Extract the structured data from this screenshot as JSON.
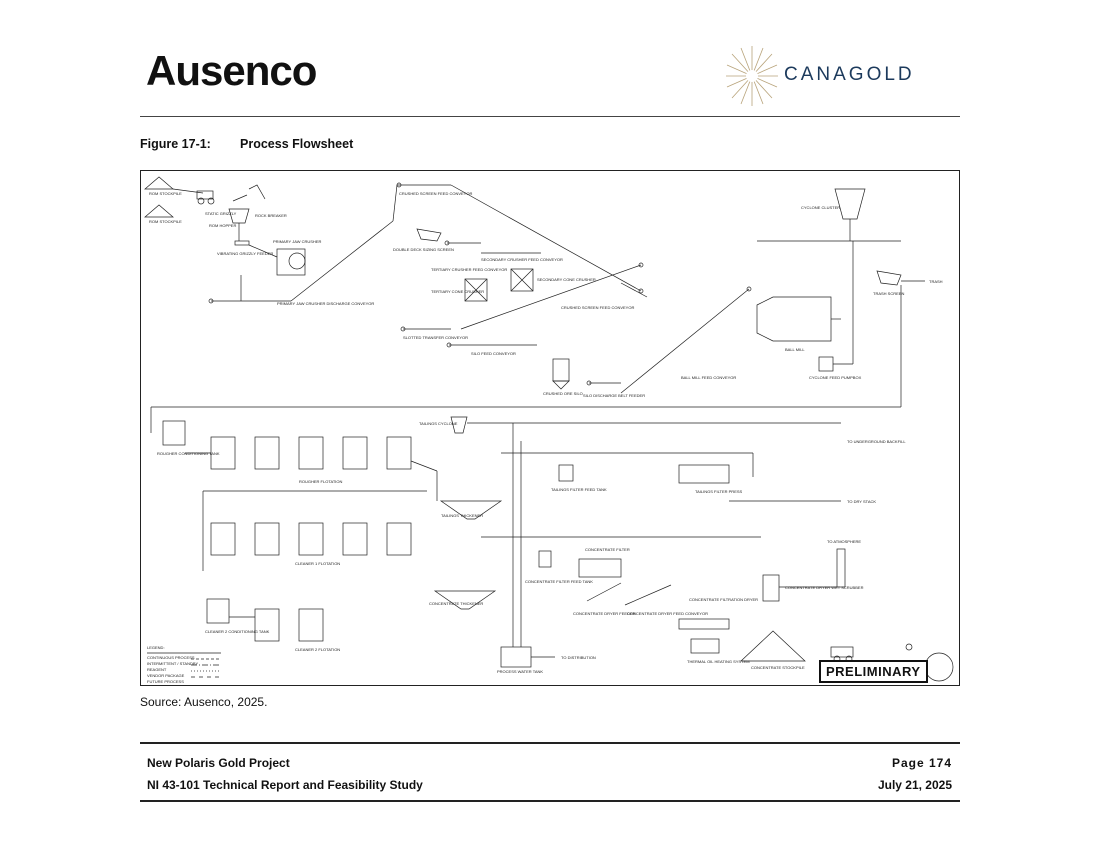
{
  "header": {
    "left_logo_text": "Ausenco",
    "right_logo_text": "CANAGOLD"
  },
  "figure": {
    "label": "Figure 17-1:",
    "title": "Process Flowsheet",
    "source": "Source: Ausenco, 2025.",
    "status_stamp": "PRELIMINARY",
    "labels": {
      "rom_stockpile_1": "ROM STOCKPILE",
      "rom_stockpile_2": "ROM STOCKPILE",
      "static_grizzly": "STATIC GRIZZLY",
      "rom_hopper": "ROM HOPPER",
      "rock_breaker": "ROCK BREAKER",
      "vibrating_grizzly": "VIBRATING GRIZZLY FEEDER",
      "jaw_crusher": "PRIMARY JAW CRUSHER",
      "primary_conveyor": "PRIMARY JAW CRUSHER DISCHARGE CONVEYOR",
      "crushed_screen_feed": "CRUSHED SCREEN FEED CONVEYOR",
      "double_deck_screen": "DOUBLE DECK SIZING SCREEN",
      "tertiary_feed_conveyor": "TERTIARY CRUSHER FEED CONVEYOR",
      "secondary_feed_conveyor": "SECONDARY CRUSHER FEED CONVEYOR",
      "tertiary_crusher": "TERTIARY CONE CRUSHER",
      "secondary_crusher": "SECONDARY CONE CRUSHER",
      "crushed_screen_feed_2": "CRUSHED SCREEN FEED CONVEYOR",
      "slotted_transfer": "SLOTTED TRANSFER CONVEYOR",
      "silo_feed": "SILO FEED CONVEYOR",
      "crushed_ore_silo": "CRUSHED ORE SILO",
      "silo_belt_feeder": "SILO DISCHARGE BELT FEEDER",
      "ball_mill_feed": "BALL MILL FEED CONVEYOR",
      "cyclone_cluster": "CYCLONE CLUSTER",
      "trash_screen": "TRASH SCREEN",
      "trash": "TRASH",
      "ball_mill": "BALL MILL",
      "cyclone_pumpbox": "CYCLONE FEED PUMPBOX",
      "rougher_conditioning": "ROUGHER CONDITIONING TANK",
      "rougher_flotation": "ROUGHER FLOTATION",
      "tailings_cyclone": "TAILINGS CYCLONE",
      "to_backfill": "TO UNDERGROUND BACKFILL",
      "tailings_thickener": "TAILINGS THICKENER",
      "tailings_filter_tank": "TAILINGS FILTER FEED TANK",
      "tailings_filter_press": "TAILINGS FILTER PRESS",
      "to_dry_stack": "TO DRY STACK",
      "cleaner1_flotation": "CLEANER 1 FLOTATION",
      "concentrate_filter": "CONCENTRATE FILTER",
      "to_atmosphere": "TO ATMOSPHERE",
      "conc_filter_tank": "CONCENTRATE FILTER FEED TANK",
      "conc_dryer_scrubber": "CONCENTRATE DRYER WET SCRUBBER",
      "cleaner2_conditioning": "CLEANER 2 CONDITIONING TANK",
      "concentrate_thickener": "CONCENTRATE THICKENER",
      "conc_dryer_feeder": "CONCENTRATE DRYER FEEDER",
      "conc_dryer_conveyor": "CONCENTRATE DRYER FEED CONVEYOR",
      "conc_filtration_dryer": "CONCENTRATE FILTRATION DRYER",
      "cleaner2_flotation": "CLEANER 2 FLOTATION",
      "thermal_oil": "THERMAL OIL HEATING SYSTEM",
      "conc_stockpile": "CONCENTRATE STOCKPILE",
      "process_water_tank": "PROCESS WATER TANK",
      "to_distribution": "TO DISTRIBUTION",
      "legend_title": "LEGEND:",
      "legend_1": "CONTINUOUS PROCESS",
      "legend_2": "INTERMITTENT / STANDBY",
      "legend_3": "REAGENT",
      "legend_4": "VENDOR PACKAGE",
      "legend_5": "FUTURE PROCESS"
    }
  },
  "footer": {
    "project_name": "New Polaris Gold Project",
    "report_title": "NI 43-101 Technical Report and Feasibility Study",
    "page": "Page 174",
    "date": "July 21, 2025"
  },
  "colors": {
    "canagold_text": "#1c3a5c",
    "canagold_burst": "#b8a37a",
    "line": "#222222"
  }
}
